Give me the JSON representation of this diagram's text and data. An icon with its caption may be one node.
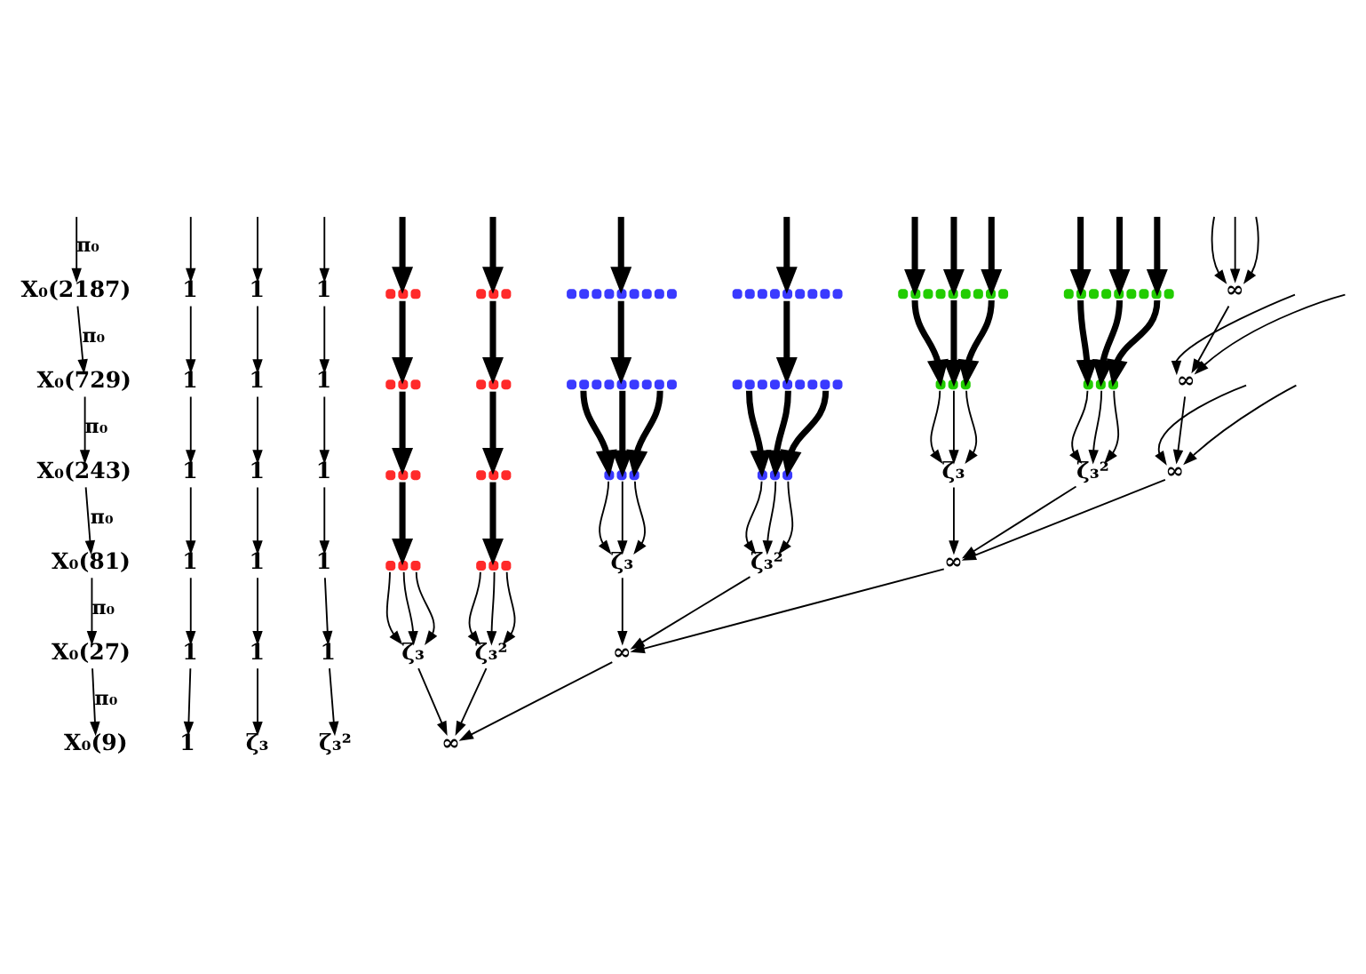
{
  "diagram": {
    "nodes": [
      {
        "text": [
          "X₀(2187)"
        ]
      },
      {
        "text": [
          "1"
        ]
      },
      {
        "text": [
          "1"
        ]
      },
      {
        "text": [
          "1"
        ]
      },
      {
        "text": [],
        "shape": "dots"
      },
      {
        "text": [],
        "shape": "dots"
      },
      {
        "text": [],
        "shape": "dots"
      },
      {
        "text": [],
        "shape": "dots"
      },
      {
        "text": [],
        "shape": "dots"
      },
      {
        "text": [],
        "shape": "dots"
      },
      {
        "text": [
          "∞"
        ]
      },
      {
        "text": [
          "X₀(729)"
        ]
      },
      {
        "text": [
          "1"
        ]
      },
      {
        "text": [
          "1"
        ]
      },
      {
        "text": [
          "1"
        ]
      },
      {
        "text": [],
        "shape": "dots"
      },
      {
        "text": [],
        "shape": "dots"
      },
      {
        "text": [],
        "shape": "dots"
      },
      {
        "text": [],
        "shape": "dots"
      },
      {
        "text": [],
        "shape": "dots"
      },
      {
        "text": [],
        "shape": "dots"
      },
      {
        "text": [
          "∞"
        ]
      },
      {
        "text": [
          "X₀(243)"
        ]
      },
      {
        "text": [
          "1"
        ]
      },
      {
        "text": [
          "1"
        ]
      },
      {
        "text": [
          "1"
        ]
      },
      {
        "text": [],
        "shape": "dots"
      },
      {
        "text": [],
        "shape": "dots"
      },
      {
        "text": [],
        "shape": "dots"
      },
      {
        "text": [],
        "shape": "dots"
      },
      {
        "text": [
          "ζ₃"
        ]
      },
      {
        "text": [
          "ζ₃²"
        ]
      },
      {
        "text": [
          "∞"
        ]
      },
      {
        "text": [
          "X₀(81)"
        ]
      },
      {
        "text": [
          "1"
        ]
      },
      {
        "text": [
          "1"
        ]
      },
      {
        "text": [
          "1"
        ]
      },
      {
        "text": [],
        "shape": "dots"
      },
      {
        "text": [],
        "shape": "dots"
      },
      {
        "text": [
          "ζ₃"
        ]
      },
      {
        "text": [
          "ζ₃²"
        ]
      },
      {
        "text": [
          "∞"
        ]
      },
      {
        "text": [
          "X₀(27)"
        ]
      },
      {
        "text": [
          "1"
        ]
      },
      {
        "text": [
          "1"
        ]
      },
      {
        "text": [
          "1"
        ]
      },
      {
        "text": [
          "ζ₃"
        ]
      },
      {
        "text": [
          "ζ₃²"
        ]
      },
      {
        "text": [
          "∞"
        ]
      },
      {
        "text": [
          "X₀(9)"
        ]
      },
      {
        "text": [
          "1"
        ]
      },
      {
        "text": [
          "ζ₃"
        ]
      },
      {
        "text": [
          "ζ₃²"
        ]
      },
      {
        "text": [
          "∞"
        ]
      }
    ],
    "edges": [
      {
        "from": null,
        "to": 0,
        "arrow": "to",
        "label": "π₀"
      },
      {
        "from": null,
        "to": 1,
        "arrow": "to"
      },
      {
        "from": null,
        "to": 2,
        "arrow": "to"
      },
      {
        "from": null,
        "to": 3,
        "arrow": "to"
      },
      {
        "from": null,
        "to": 4,
        "arrow": "to",
        "style": "thick"
      },
      {
        "from": null,
        "to": 5,
        "arrow": "to",
        "style": "thick"
      },
      {
        "from": null,
        "to": 6,
        "arrow": "to",
        "style": "thick"
      },
      {
        "from": null,
        "to": 7,
        "arrow": "to",
        "style": "thick"
      },
      {
        "from": null,
        "to": 8,
        "arrow": "to",
        "style": "thick"
      },
      {
        "from": null,
        "to": 8,
        "arrow": "to",
        "style": "thick"
      },
      {
        "from": null,
        "to": 8,
        "arrow": "to",
        "style": "thick"
      },
      {
        "from": null,
        "to": 9,
        "arrow": "to",
        "style": "thick"
      },
      {
        "from": null,
        "to": 9,
        "arrow": "to",
        "style": "thick"
      },
      {
        "from": null,
        "to": 9,
        "arrow": "to",
        "style": "thick"
      },
      {
        "from": null,
        "to": 10,
        "arrow": "to"
      },
      {
        "from": null,
        "to": 10,
        "arrow": "to"
      },
      {
        "from": null,
        "to": 10,
        "arrow": "to"
      },
      {
        "from": 0,
        "to": 11,
        "arrow": "to",
        "label": "π₀"
      },
      {
        "from": 1,
        "to": 12,
        "arrow": "to"
      },
      {
        "from": 2,
        "to": 13,
        "arrow": "to"
      },
      {
        "from": 3,
        "to": 14,
        "arrow": "to"
      },
      {
        "from": 4,
        "to": 15,
        "arrow": "to",
        "style": "thick"
      },
      {
        "from": 5,
        "to": 16,
        "arrow": "to",
        "style": "thick"
      },
      {
        "from": 6,
        "to": 17,
        "arrow": "to",
        "style": "thick"
      },
      {
        "from": 7,
        "to": 18,
        "arrow": "to",
        "style": "thick"
      },
      {
        "from": 8,
        "to": 19,
        "arrow": "to",
        "style": "thick"
      },
      {
        "from": 8,
        "to": 19,
        "arrow": "to",
        "style": "thick"
      },
      {
        "from": 8,
        "to": 19,
        "arrow": "to",
        "style": "thick"
      },
      {
        "from": 9,
        "to": 20,
        "arrow": "to",
        "style": "thick"
      },
      {
        "from": 9,
        "to": 20,
        "arrow": "to",
        "style": "thick"
      },
      {
        "from": 9,
        "to": 20,
        "arrow": "to",
        "style": "thick"
      },
      {
        "from": 10,
        "to": 21,
        "arrow": "to"
      },
      {
        "from": null,
        "to": 21,
        "arrow": "to"
      },
      {
        "from": null,
        "to": 21,
        "arrow": "to"
      },
      {
        "from": 11,
        "to": 22,
        "arrow": "to",
        "label": "π₀"
      },
      {
        "from": 12,
        "to": 23,
        "arrow": "to"
      },
      {
        "from": 13,
        "to": 24,
        "arrow": "to"
      },
      {
        "from": 14,
        "to": 25,
        "arrow": "to"
      },
      {
        "from": 15,
        "to": 26,
        "arrow": "to",
        "style": "thick"
      },
      {
        "from": 16,
        "to": 27,
        "arrow": "to",
        "style": "thick"
      },
      {
        "from": 17,
        "to": 28,
        "arrow": "to",
        "style": "thick"
      },
      {
        "from": 17,
        "to": 28,
        "arrow": "to",
        "style": "thick"
      },
      {
        "from": 17,
        "to": 28,
        "arrow": "to",
        "style": "thick"
      },
      {
        "from": 18,
        "to": 29,
        "arrow": "to",
        "style": "thick"
      },
      {
        "from": 18,
        "to": 29,
        "arrow": "to",
        "style": "thick"
      },
      {
        "from": 18,
        "to": 29,
        "arrow": "to",
        "style": "thick"
      },
      {
        "from": 19,
        "to": 30,
        "arrow": "to"
      },
      {
        "from": 19,
        "to": 30,
        "arrow": "to"
      },
      {
        "from": 19,
        "to": 30,
        "arrow": "to"
      },
      {
        "from": 20,
        "to": 31,
        "arrow": "to"
      },
      {
        "from": 20,
        "to": 31,
        "arrow": "to"
      },
      {
        "from": 20,
        "to": 31,
        "arrow": "to"
      },
      {
        "from": 21,
        "to": 32,
        "arrow": "to"
      },
      {
        "from": null,
        "to": 32,
        "arrow": "to"
      },
      {
        "from": null,
        "to": 32,
        "arrow": "to"
      },
      {
        "from": 22,
        "to": 33,
        "arrow": "to",
        "label": "π₀"
      },
      {
        "from": 23,
        "to": 34,
        "arrow": "to"
      },
      {
        "from": 24,
        "to": 35,
        "arrow": "to"
      },
      {
        "from": 25,
        "to": 36,
        "arrow": "to"
      },
      {
        "from": 26,
        "to": 37,
        "arrow": "to",
        "style": "thick"
      },
      {
        "from": 27,
        "to": 38,
        "arrow": "to",
        "style": "thick"
      },
      {
        "from": 28,
        "to": 39,
        "arrow": "to"
      },
      {
        "from": 28,
        "to": 39,
        "arrow": "to"
      },
      {
        "from": 28,
        "to": 39,
        "arrow": "to"
      },
      {
        "from": 29,
        "to": 40,
        "arrow": "to"
      },
      {
        "from": 29,
        "to": 40,
        "arrow": "to"
      },
      {
        "from": 29,
        "to": 40,
        "arrow": "to"
      },
      {
        "from": 30,
        "to": 41,
        "arrow": "to"
      },
      {
        "from": 31,
        "to": 41,
        "arrow": "to"
      },
      {
        "from": 32,
        "to": 41,
        "arrow": "to"
      },
      {
        "from": 33,
        "to": 42,
        "arrow": "to",
        "label": "π₀"
      },
      {
        "from": 34,
        "to": 43,
        "arrow": "to"
      },
      {
        "from": 35,
        "to": 44,
        "arrow": "to"
      },
      {
        "from": 36,
        "to": 45,
        "arrow": "to"
      },
      {
        "from": 37,
        "to": 46,
        "arrow": "to"
      },
      {
        "from": 37,
        "to": 46,
        "arrow": "to"
      },
      {
        "from": 37,
        "to": 46,
        "arrow": "to"
      },
      {
        "from": 38,
        "to": 47,
        "arrow": "to"
      },
      {
        "from": 38,
        "to": 47,
        "arrow": "to"
      },
      {
        "from": 38,
        "to": 47,
        "arrow": "to"
      },
      {
        "from": 39,
        "to": 48,
        "arrow": "to"
      },
      {
        "from": 40,
        "to": 48,
        "arrow": "to"
      },
      {
        "from": 41,
        "to": 48,
        "arrow": "to"
      },
      {
        "from": 42,
        "to": 49,
        "arrow": "to",
        "label": "π₀"
      },
      {
        "from": 43,
        "to": 50,
        "arrow": "to"
      },
      {
        "from": 44,
        "to": 51,
        "arrow": "to"
      },
      {
        "from": 45,
        "to": 52,
        "arrow": "to"
      },
      {
        "from": 46,
        "to": 53,
        "arrow": "to"
      },
      {
        "from": 47,
        "to": 53,
        "arrow": "to"
      },
      {
        "from": 48,
        "to": 53,
        "arrow": "to"
      }
    ]
  }
}
